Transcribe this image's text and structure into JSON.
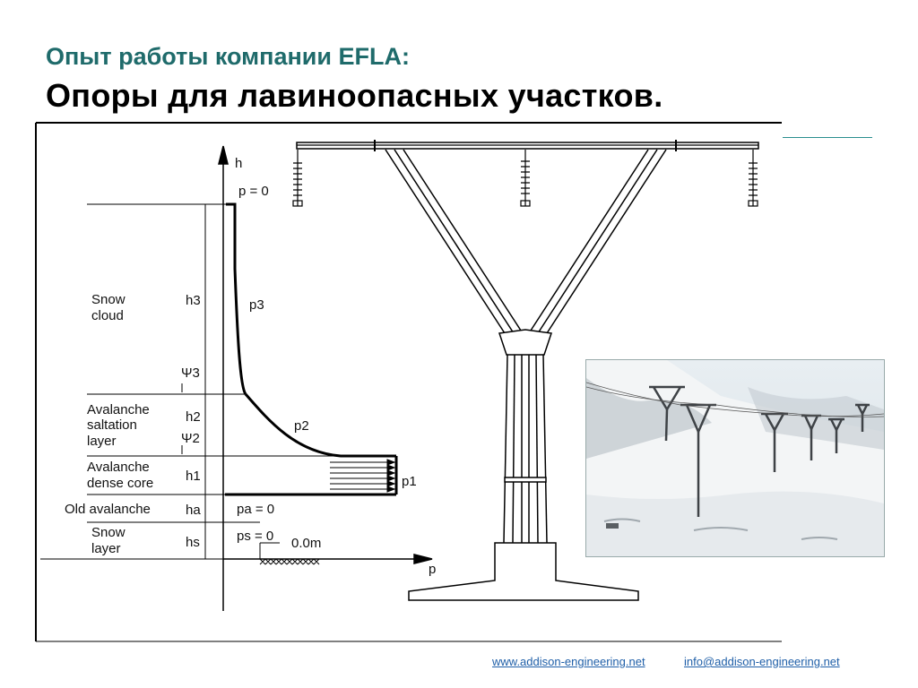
{
  "header": {
    "subtitle": "Опыт работы компании EFLA:",
    "title": "Опоры для лавиноопасных участков."
  },
  "diagram": {
    "axis_h": "h",
    "axis_p": "p",
    "p_top": "p = 0",
    "layers": {
      "snow_cloud": "Snow\ncloud",
      "saltation": "Avalanche\nsaltation\nlayer",
      "dense_core": "Avalanche\ndense core",
      "old_avalanche": "Old avalanche",
      "snow_layer": "Snow\nlayer"
    },
    "heights": {
      "h3": "h3",
      "h2": "h2",
      "h1": "h1",
      "ha": "ha",
      "hs": "hs"
    },
    "psi": {
      "psi3": "Ψ3",
      "psi2": "Ψ2"
    },
    "pressures": {
      "p3": "p3",
      "p2": "p2",
      "p1": "p1",
      "pa": "pa = 0",
      "ps": "ps = 0"
    },
    "ground_level": "0.0m"
  },
  "footer": {
    "website": "www.addison-engineering.net",
    "email": "info@addison-engineering.net"
  },
  "colors": {
    "subtitle": "#1f6b6b",
    "link": "#1f5fa8",
    "accent": "#2a8f8f"
  }
}
